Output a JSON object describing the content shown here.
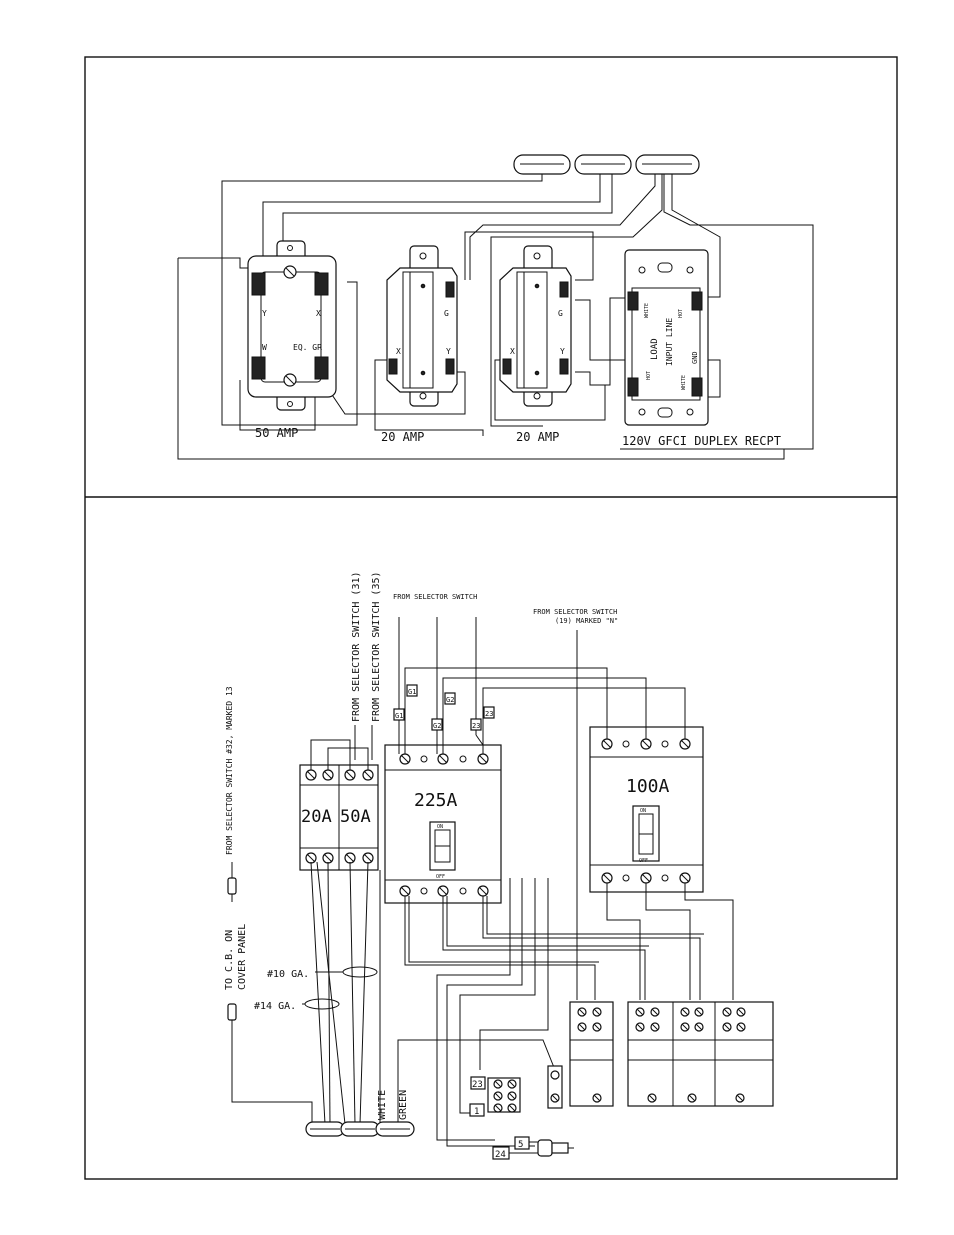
{
  "top_diagram": {
    "labels": {
      "amp50": "50 AMP",
      "amp20_a": "20 AMP",
      "amp20_b": "20 AMP",
      "gfci": "120V GFCI DUPLEX RECPT"
    },
    "terminals_50": {
      "y": "Y",
      "x": "X",
      "w": "W",
      "eqgr": "EQ. GR"
    },
    "terminals_20": {
      "g": "G",
      "x": "X",
      "y": "Y"
    },
    "gfci_terminals": {
      "white_top": "WHITE",
      "hot_top": "HOT",
      "load": "LOAD",
      "input_line": "INPUT LINE",
      "gnd": "GND",
      "hot_bot": "HOT",
      "white_bot": "WHITE"
    }
  },
  "bottom_diagram": {
    "labels": {
      "from_selector_32": "FROM SELECTOR SWITCH #32, MARKED 13",
      "from_selector_31": "FROM SELECTOR SWITCH (31)",
      "from_selector_35": "FROM SELECTOR SWITCH (35)",
      "from_selector": "FROM SELECTOR SWITCH",
      "from_selector_19_a": "FROM SELECTOR SWITCH",
      "from_selector_19_b": "(19) MARKED \"N\"",
      "to_cb_a": "TO C.B. ON",
      "to_cb_b": "COVER PANEL",
      "ga10": "#10 GA.",
      "ga14": "#14 GA.",
      "white": "WHITE",
      "green": "GREEN"
    },
    "breakers": {
      "b20": "20A",
      "b50": "50A",
      "b225": "225A",
      "b100": "100A",
      "on": "ON",
      "off": "OFF"
    },
    "wire_tags": {
      "g1a": "G1",
      "g1b": "G1",
      "g2a": "G2",
      "g2b": "G2",
      "t23a": "23",
      "t23b": "23",
      "t23c": "23",
      "t1": "1",
      "t5": "5",
      "t24": "24"
    }
  }
}
